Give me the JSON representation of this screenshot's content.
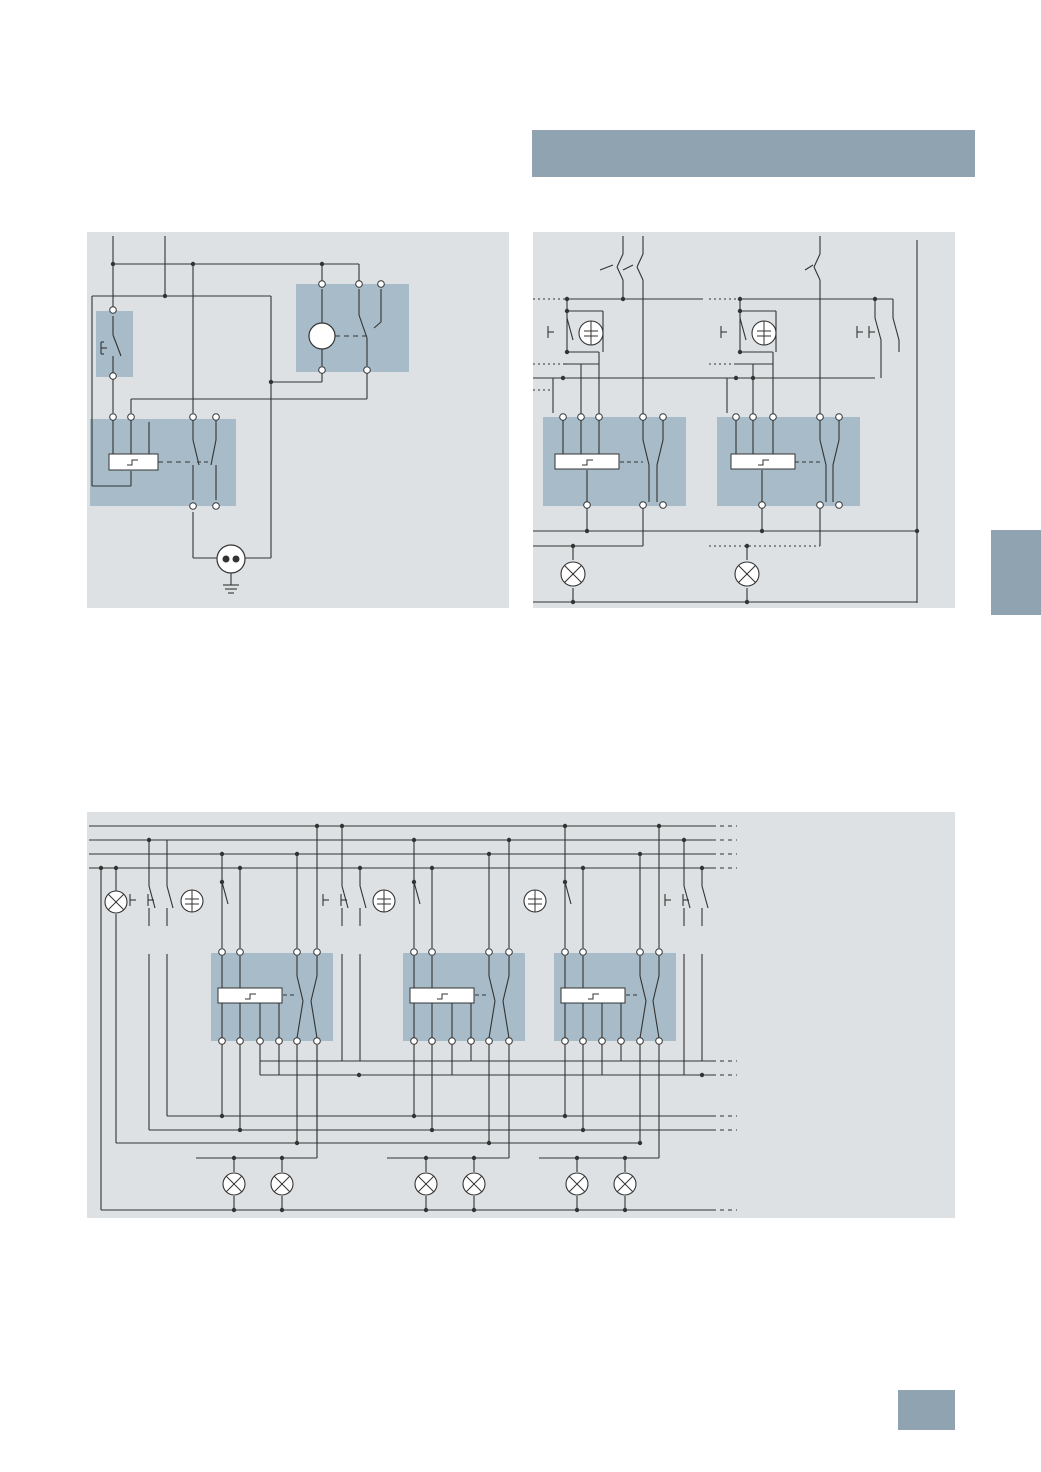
{
  "colors": {
    "panel_background": "#dde1e4",
    "module_fill": "#a7bcc8",
    "accent_band": "#8fa3b0",
    "wire": "#333333",
    "relay_box": "#ffffff"
  },
  "diagrams": [
    {
      "id": "timer-relay-with-socket",
      "components": [
        "pushbutton",
        "light-sensor",
        "time-switch",
        "socket-outlet",
        "ground"
      ]
    },
    {
      "id": "two-staircase-timers",
      "components": [
        "pushbutton",
        "illuminated-pushbutton",
        "staircase-timer",
        "lamp",
        "manual-switch"
      ]
    },
    {
      "id": "three-staircase-timers-bus",
      "components": [
        "pushbutton",
        "illuminated-pushbutton",
        "staircase-timer",
        "lamp"
      ]
    }
  ]
}
